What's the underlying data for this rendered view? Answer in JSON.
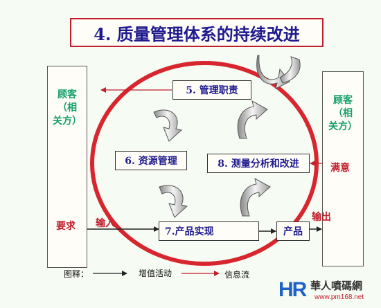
{
  "title": "4. 质量管理体系的持续改进",
  "left_party": {
    "line1": "顾客",
    "line2": "（相",
    "line3": "关方）"
  },
  "right_party": {
    "line1": "顾客",
    "line2": "（相",
    "line3": "关方）"
  },
  "boxes": {
    "management": "5. 管理职责",
    "resource": "6. 资源管理",
    "measurement": "8. 测量分析和改进",
    "realization": "7.产品实现",
    "product": "产品"
  },
  "labels": {
    "requirements": "要求",
    "input": "输入",
    "output": "输出",
    "satisfaction": "满意"
  },
  "legend": {
    "prefix": "图释：",
    "value_activity": "增值活动",
    "info_flow": "信息流"
  },
  "logo": {
    "letters": "HR",
    "chinese": "華人噴碼網",
    "url": "www.pm168.net"
  },
  "colors": {
    "title_text": "#1f1a8e",
    "party_text": "#17a06a",
    "accent_red": "#c21d2b",
    "circle": "#d8262f"
  }
}
